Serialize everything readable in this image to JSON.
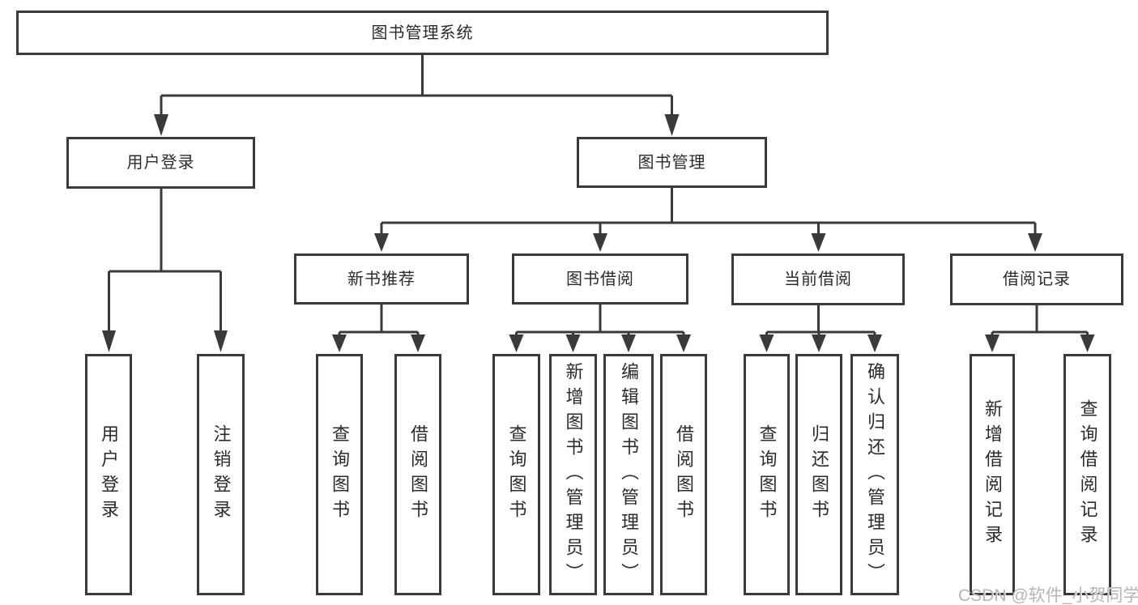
{
  "tree": {
    "root": "图书管理系统",
    "children": [
      {
        "label": "用户登录",
        "children": [
          "用户登录",
          "注销登录"
        ]
      },
      {
        "label": "图书管理",
        "children": [
          {
            "label": "新书推荐",
            "children": [
              "查询图书",
              "借阅图书"
            ]
          },
          {
            "label": "图书借阅",
            "children": [
              "查询图书",
              "新增图书（管理员）",
              "编辑图书（管理员）",
              "借阅图书"
            ]
          },
          {
            "label": "当前借阅",
            "children": [
              "查询图书",
              "归还图书",
              "确认归还（管理员）"
            ]
          },
          {
            "label": "借阅记录",
            "children": [
              "新增借阅记录",
              "查询借阅记录"
            ]
          }
        ]
      }
    ]
  },
  "watermark": {
    "text": "CSDN @软件_小贺同学"
  },
  "colors": {
    "line": "#3a3a3a",
    "box_border": "#3a3a3a",
    "text": "#2b2b2b",
    "watermark": "#b5b5b5",
    "background": "#ffffff"
  }
}
